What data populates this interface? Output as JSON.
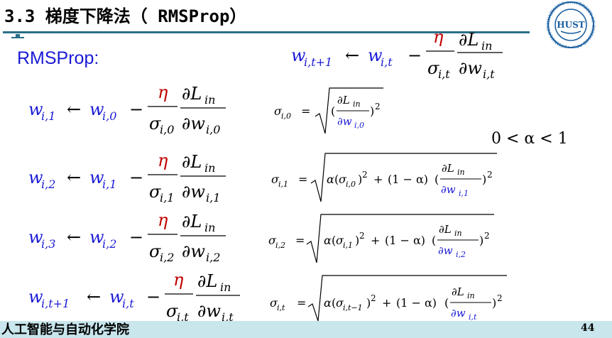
{
  "slide": {
    "title": "3.3 梯度下降法（ RMSProp）",
    "subtitle": "RMSProp:",
    "footer": "人工智能与自动化学院",
    "page_number": "44",
    "logo_text": "HUAZHONG UNIVERSITY OF SCIENCE AND TECHNOLOGY",
    "logo_mark": "HUST"
  },
  "math": {
    "w": "w",
    "arrow": "←",
    "minus": "−",
    "eta": "η",
    "sigma": "σ",
    "dL": "∂L",
    "dw": "∂w",
    "in": "in",
    "alpha": "α",
    "one_minus_alpha": "(1 − α)",
    "plus": "+",
    "equals": "=",
    "squared": "2",
    "i1": "i,1",
    "i0": "i,0",
    "i2": "i,2",
    "i3": "i,3",
    "it": "i,t",
    "itp1": "i,t+1",
    "itm1": "i,t−1",
    "alpha_range": "0 < α < 1"
  },
  "colors": {
    "blue": "#1a1ad6",
    "red": "#c00000",
    "accent": "#2a6f8a",
    "footer_bg": "#c8e6ec"
  }
}
